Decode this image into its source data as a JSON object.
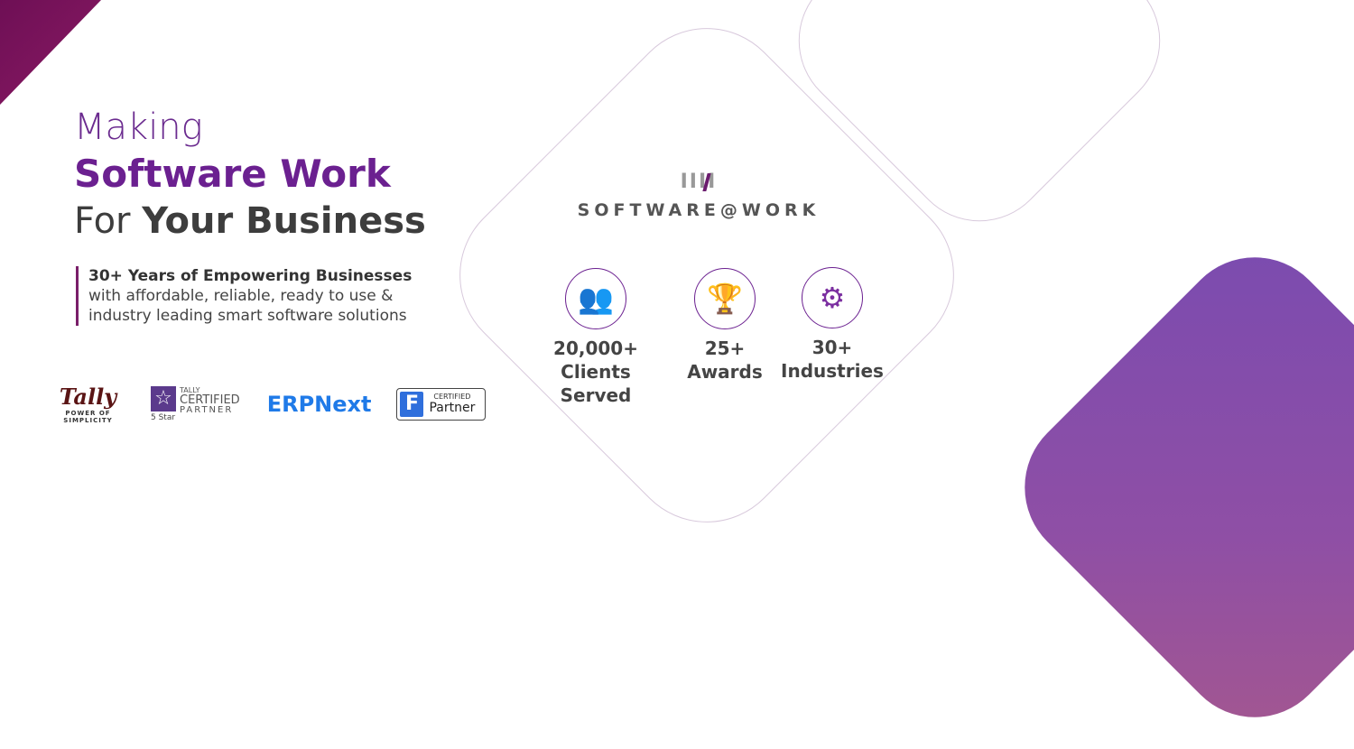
{
  "headline": {
    "line1": "Making",
    "line2": "Software Work",
    "line3_prefix": "For",
    "line3_bold": "Your Business"
  },
  "description": {
    "bold": "30+ Years of Empowering Businesses",
    "rest": "with affordable, reliable, ready to use & industry leading smart software solutions"
  },
  "partners": {
    "tally": {
      "name": "Tally",
      "tagline": "POWER OF SIMPLICITY"
    },
    "tally_certified": {
      "top": "TALLY",
      "mid": "CERTIFIED",
      "bottom": "PARTNER",
      "rating": "5 Star"
    },
    "erpnext": "ERPNext",
    "frappe": {
      "top": "CERTIFIED",
      "bottom": "Partner",
      "letter": "F"
    }
  },
  "brand": {
    "mark": "IIII",
    "name": "SOFTWARE@WORK"
  },
  "stats": [
    {
      "value": "20,000+",
      "label": "Clients Served",
      "icon": "people-hand-icon"
    },
    {
      "value": "25+",
      "label": "Awards",
      "icon": "trophy-icon"
    },
    {
      "value": "30+",
      "label": "Industries",
      "icon": "gear-hand-icon"
    }
  ],
  "colors": {
    "primary": "#6b2090",
    "accent": "#8a4fa5"
  }
}
